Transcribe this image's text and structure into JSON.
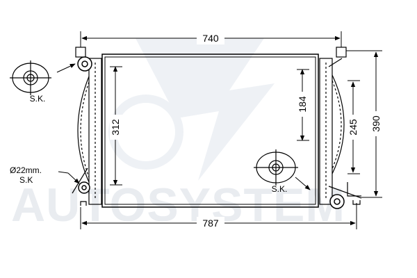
{
  "watermark": {
    "text": "AUTOSYSTEM"
  },
  "dimensions": {
    "top_width": "740",
    "bottom_width": "787",
    "left_height": "312",
    "inner_right_height": "184",
    "tank_height": "245",
    "overall_height": "390"
  },
  "labels": {
    "sk_top_left": "S.K.",
    "sk_bottom_left_diameter": "Ø22mm.",
    "sk_bottom_left": "S.K",
    "sk_right": "S.K."
  }
}
